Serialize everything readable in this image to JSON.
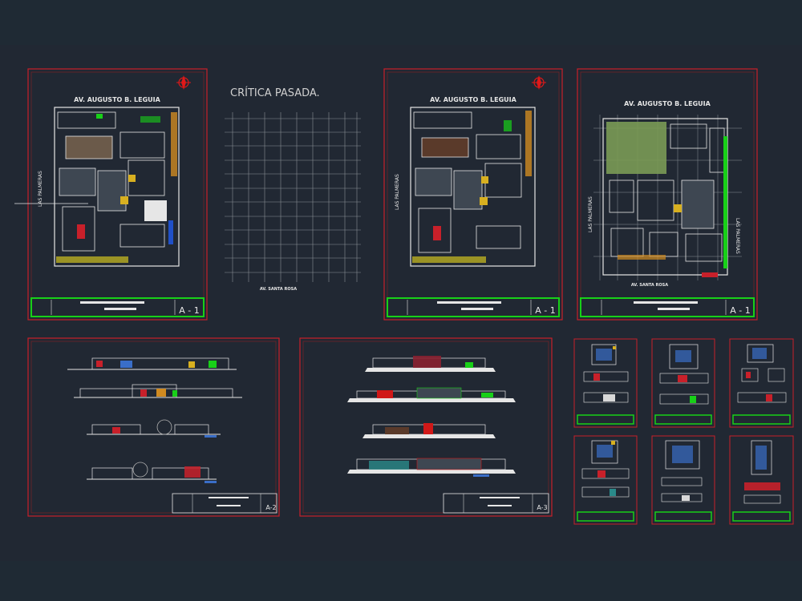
{
  "colors": {
    "background": "#212833",
    "sheet_border": "#c8202a",
    "plan_white": "#e6e6e6",
    "green": "#18d018",
    "yellow": "#e6d21e",
    "grid_gray": "#8a8f96"
  },
  "street_top": "AV. AUGUSTO B. LEGUIA",
  "street_side": "LAS PALMERAS",
  "street_bottom": "AV. SANTA ROSA",
  "critica_title": "CRÍTICA PASADA.",
  "sheet_codes": {
    "a1": "A - 1",
    "a2": "A-2",
    "a3": "A-3"
  },
  "north_icon": "north-arrow-icon"
}
